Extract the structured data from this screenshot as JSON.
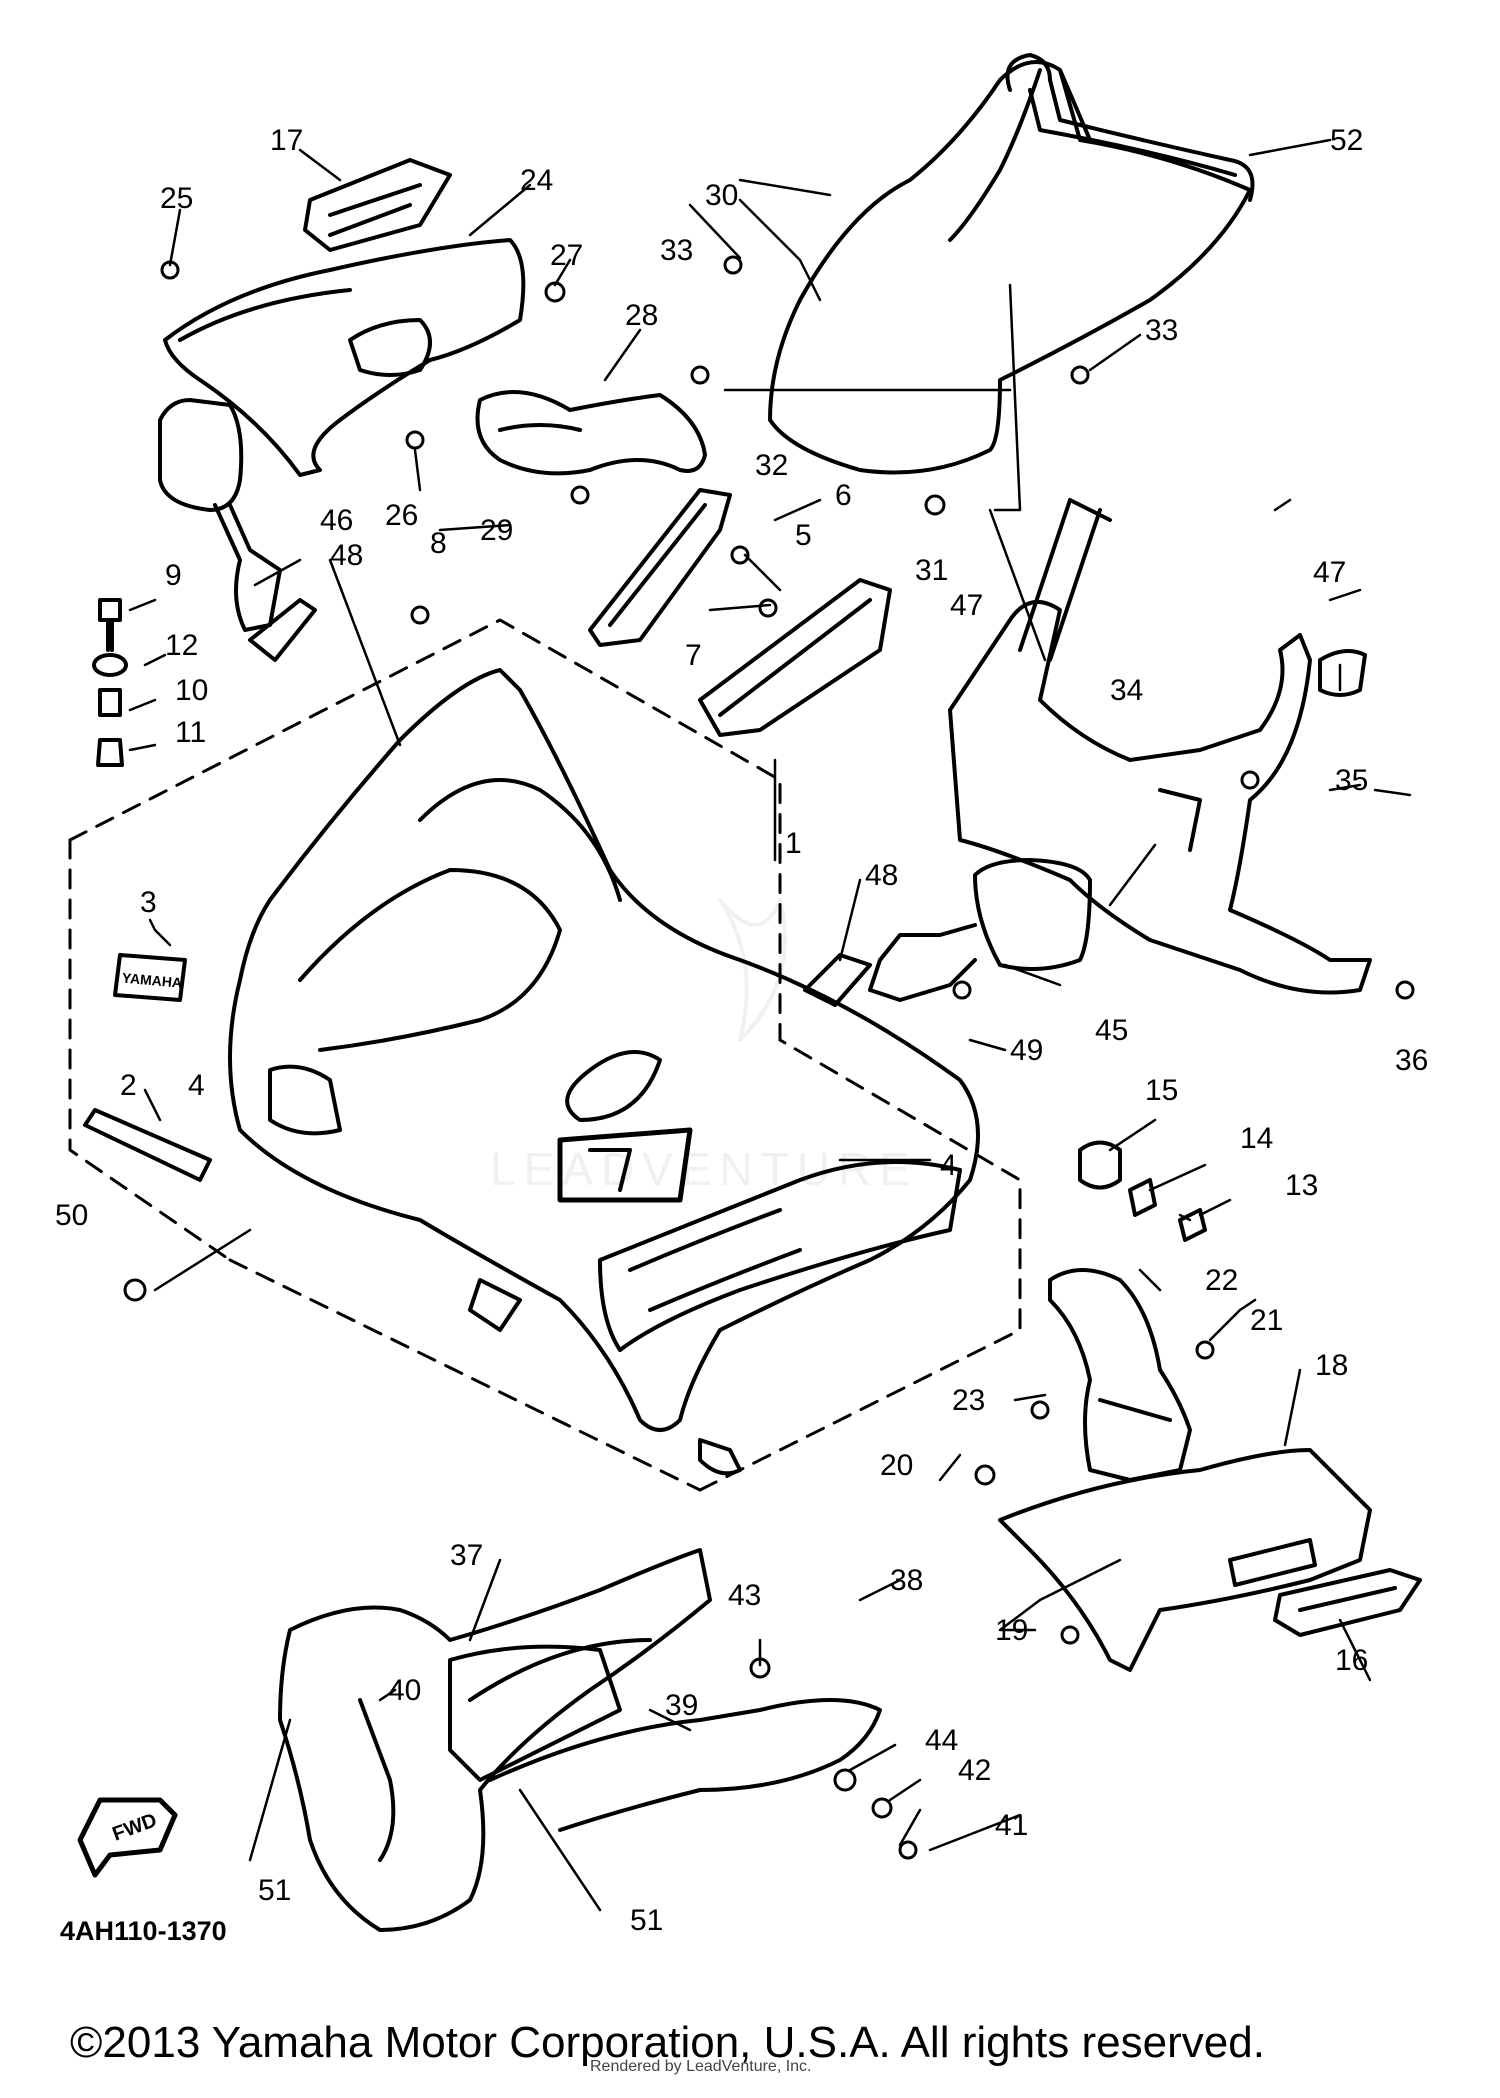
{
  "diagram": {
    "part_code": "4AH110-1370",
    "fwd_label": "FWD",
    "logo_text": "YAMAHA",
    "watermark_text": "LEADVENTURE",
    "callouts": [
      "1",
      "2",
      "3",
      "4",
      "4",
      "5",
      "6",
      "7",
      "8",
      "9",
      "10",
      "11",
      "12",
      "13",
      "14",
      "15",
      "16",
      "17",
      "18",
      "19",
      "20",
      "21",
      "22",
      "23",
      "24",
      "25",
      "26",
      "27",
      "28",
      "29",
      "30",
      "31",
      "32",
      "33",
      "33",
      "34",
      "35",
      "36",
      "37",
      "38",
      "39",
      "40",
      "41",
      "42",
      "43",
      "44",
      "45",
      "46",
      "47",
      "47",
      "48",
      "48",
      "49",
      "50",
      "51",
      "51",
      "52"
    ]
  },
  "footer": {
    "copyright": "©2013 Yamaha Motor Corporation, U.S.A. All rights reserved.",
    "rendered_by": "Rendered by LeadVenture, Inc."
  }
}
